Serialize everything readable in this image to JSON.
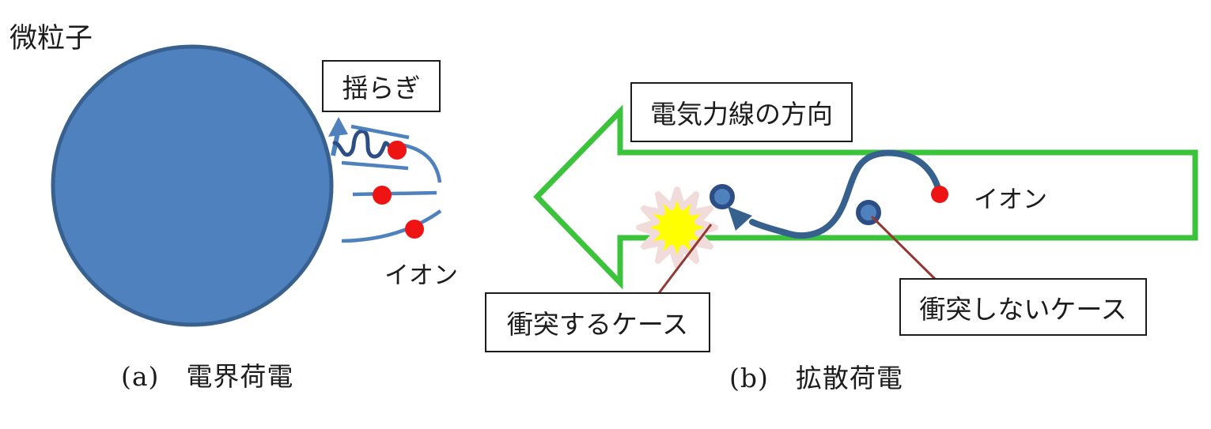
{
  "figure": {
    "panel_a": {
      "caption": "(a)　電界荷電",
      "particle_label": "微粒子",
      "fluctuation_label": "揺らぎ",
      "ion_label": "イオン",
      "ion_count": 3
    },
    "panel_b": {
      "caption": "(b)　拡散荷電",
      "field_lines_direction_label": "電気力線の方向",
      "ion_label": "イオン",
      "collision_case_label": "衝突するケース",
      "no_collision_case_label": "衝突しないケース"
    },
    "icons": {
      "particle": "large-blue-circle",
      "fluctuation": "up-arrow-with-squiggle",
      "field_direction": "left-block-arrow-outline",
      "collision": "starburst",
      "trajectory": "wavy-curve-with-arrowhead"
    },
    "colors": {
      "background": "#FFFFFF",
      "particle_fill": "#4E81BD",
      "particle_border": "#38618F",
      "field_line_blue": "#4F81BD",
      "squiggle_navy": "#2C4E85",
      "ion_red": "#EE1414",
      "trajectory_navy": "#36618F",
      "arrow_green": "#3CC33C",
      "burst_yellow": "#FFFF00",
      "burst_edge_pink": "#F2DCDB",
      "leader_line_brown": "#953735",
      "label_border": "#1C1C1C"
    }
  }
}
